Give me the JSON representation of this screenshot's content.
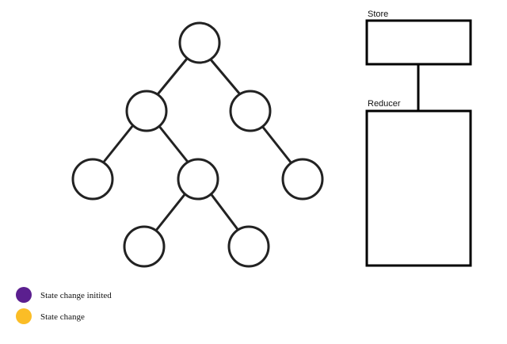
{
  "diagram": {
    "tree": {
      "nodes": [
        {
          "id": "root",
          "parent": null
        },
        {
          "id": "left",
          "parent": "root"
        },
        {
          "id": "right",
          "parent": "root"
        },
        {
          "id": "left-left",
          "parent": "left"
        },
        {
          "id": "left-right",
          "parent": "left"
        },
        {
          "id": "right-right",
          "parent": "right"
        },
        {
          "id": "left-right-left",
          "parent": "left-right"
        },
        {
          "id": "left-right-right",
          "parent": "left-right"
        }
      ]
    },
    "store": {
      "label": "Store"
    },
    "reducer": {
      "label": "Reducer"
    }
  },
  "legend": [
    {
      "label": "State change initited",
      "color": "#5b1f8f"
    },
    {
      "label": "State change",
      "color": "#fbbd26"
    }
  ]
}
